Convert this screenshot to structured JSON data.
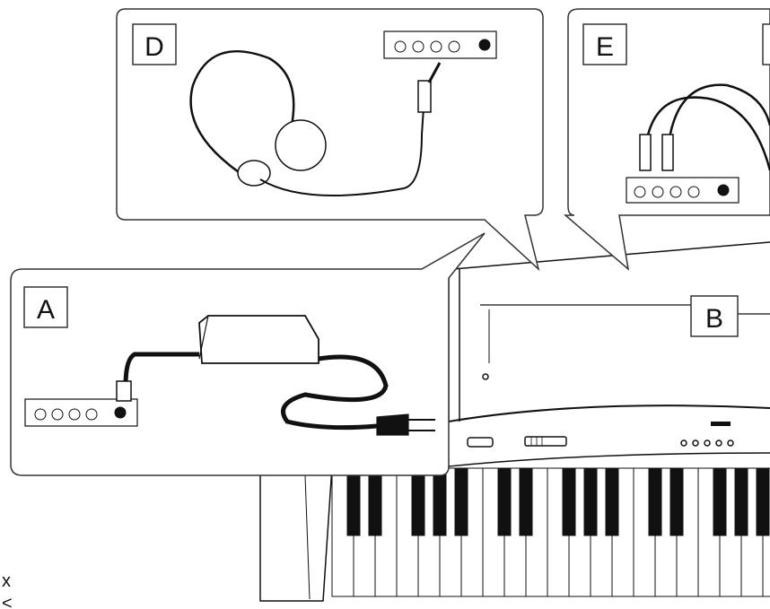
{
  "labels": {
    "a": "A",
    "b": "B",
    "d": "D",
    "e": "E",
    "stray_left": "x",
    "stray_left_2": "<"
  },
  "colors": {
    "line": "#111111",
    "panel_border": "#333333",
    "background": "#ffffff"
  },
  "icons": {
    "panel_a": "ac-adapter-icon",
    "panel_d": "headphones-icon",
    "panel_e": "audio-cables-icon",
    "panel_b": "display-indicator-icon"
  }
}
